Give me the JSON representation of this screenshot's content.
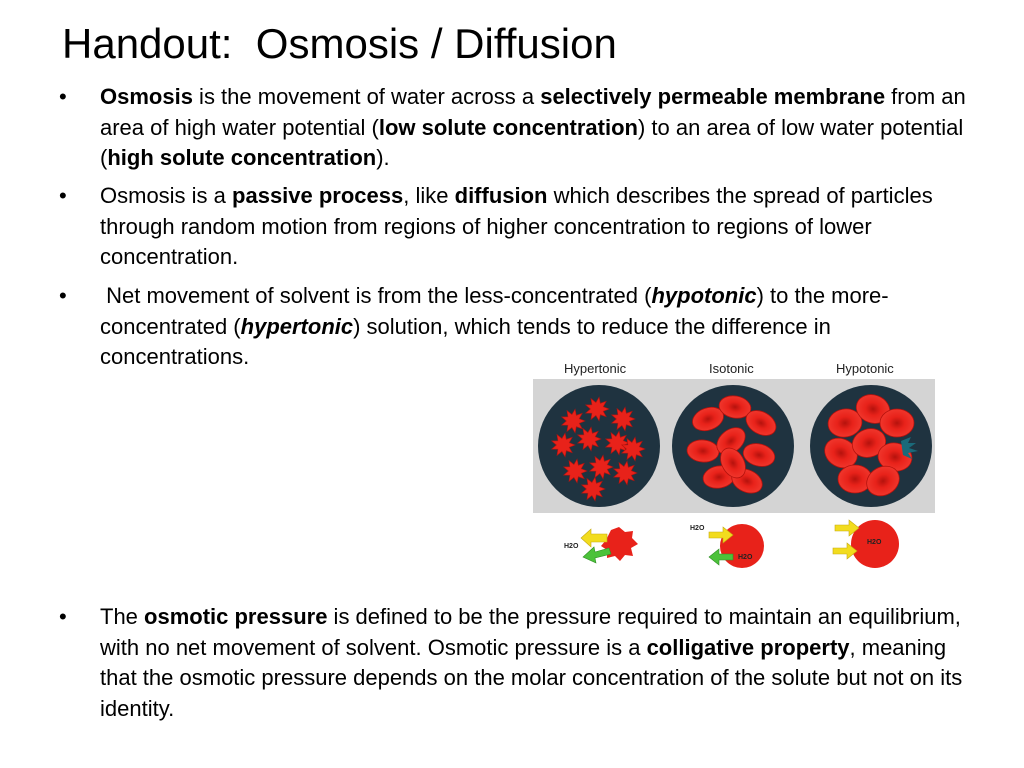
{
  "title": "Handout:  Osmosis / Diffusion",
  "bullet_char": "•",
  "bullets": [
    [
      {
        "t": "Osmosis",
        "b": true
      },
      {
        "t": " is the movement of water across a "
      },
      {
        "t": "selectively permeable membrane",
        "b": true
      },
      {
        "t": " from an area of high water potential ("
      },
      {
        "t": "low solute concentration",
        "b": true
      },
      {
        "t": ") to an area of low water potential ("
      },
      {
        "t": "high solute concentration",
        "b": true
      },
      {
        "t": ")."
      }
    ],
    [
      {
        "t": "Osmosis is a "
      },
      {
        "t": "passive process",
        "b": true
      },
      {
        "t": ", like "
      },
      {
        "t": "diffusion",
        "b": true
      },
      {
        "t": " which describes the spread of particles through random motion from regions of higher concentration to regions of lower concentration."
      }
    ],
    [
      {
        "t": " Net movement of solvent is from the less-concentrated ("
      },
      {
        "t": "hypotonic",
        "b": true,
        "i": true
      },
      {
        "t": ") to the more-concentrated ("
      },
      {
        "t": "hypertonic",
        "b": true,
        "i": true
      },
      {
        "t": ") solution, which tends to reduce the difference in concentrations."
      }
    ],
    [
      {
        "t": "The "
      },
      {
        "t": "osmotic pressure",
        "b": true
      },
      {
        "t": " is defined to be the pressure required to maintain an equilibrium, with no net movement of solvent. Osmotic pressure is a "
      },
      {
        "t": "colligative property",
        "b": true
      },
      {
        "t": ", meaning that the osmotic pressure depends on the molar concentration of the solute but not on its identity."
      }
    ]
  ],
  "figure": {
    "labels": {
      "hypertonic": "Hypertonic",
      "isotonic": "Isotonic",
      "hypotonic": "Hypotonic"
    },
    "water_label": "H2O",
    "colors": {
      "cell": "#e8221a",
      "cell_dark": "#b5120d",
      "dish": "#1f3340",
      "panel": "#d4d4d4",
      "arrow_in": "#f2dc1e",
      "arrow_out": "#4cc23a"
    }
  }
}
